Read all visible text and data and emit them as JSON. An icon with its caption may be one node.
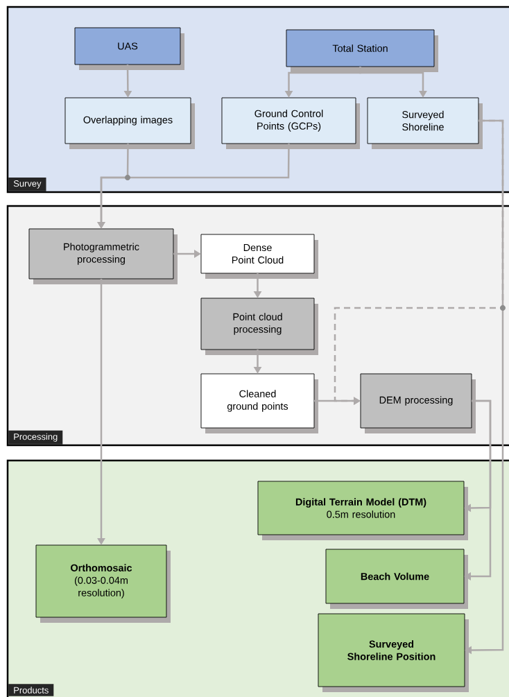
{
  "diagram": {
    "nodes": [
      {
        "text": [
          "Survey"
        ]
      },
      {
        "text": [
          "UAS"
        ],
        "in": 0
      },
      {
        "text": [
          "Total Station"
        ],
        "in": 0
      },
      {
        "text": [
          "Overlapping images"
        ],
        "in": 0
      },
      {
        "text": [
          "Ground Control Points (GCPs)"
        ],
        "in": 0
      },
      {
        "text": [
          "Surveyed Shoreline"
        ],
        "in": 0
      },
      {
        "text": [
          "Processing"
        ]
      },
      {
        "text": [
          "Photogrammetric processing"
        ],
        "in": 6
      },
      {
        "text": [
          "Dense Point Cloud"
        ],
        "in": 6
      },
      {
        "text": [
          "Point cloud processing"
        ],
        "in": 6
      },
      {
        "text": [
          "Cleaned ground points"
        ],
        "in": 6
      },
      {
        "text": [
          "DEM processing"
        ],
        "in": 6
      },
      {
        "text": [
          "Products"
        ]
      },
      {
        "text": [
          "Digital Terrain Model (DTM)",
          "0.5m resolution"
        ],
        "in": 12
      },
      {
        "text": [
          "Orthomosaic",
          "(0.03-0.04m resolution)"
        ],
        "in": 12
      },
      {
        "text": [
          "Beach Volume"
        ],
        "in": 12
      },
      {
        "text": [
          "Surveyed Shoreline Position"
        ],
        "in": 12
      }
    ],
    "edges": [
      {
        "from": 1,
        "to": 3,
        "arrow": "to"
      },
      {
        "from": 2,
        "to": 4,
        "arrow": "to"
      },
      {
        "from": 2,
        "to": 5,
        "arrow": "to"
      },
      {
        "from": 3,
        "to": 7,
        "arrow": "to"
      },
      {
        "from": 4,
        "to": 7,
        "arrow": "to"
      },
      {
        "from": 5,
        "to": 16,
        "arrow": "to"
      },
      {
        "from": 5,
        "to": 11,
        "arrow": "to",
        "style": "dashed"
      },
      {
        "from": 7,
        "to": 8,
        "arrow": "to"
      },
      {
        "from": 8,
        "to": 9,
        "arrow": "to"
      },
      {
        "from": 9,
        "to": 10,
        "arrow": "to"
      },
      {
        "from": 10,
        "to": 11,
        "arrow": "to"
      },
      {
        "from": 7,
        "to": 14,
        "arrow": "to"
      },
      {
        "from": 11,
        "to": 13,
        "arrow": "to"
      },
      {
        "from": 11,
        "to": 15,
        "arrow": "to"
      }
    ]
  }
}
